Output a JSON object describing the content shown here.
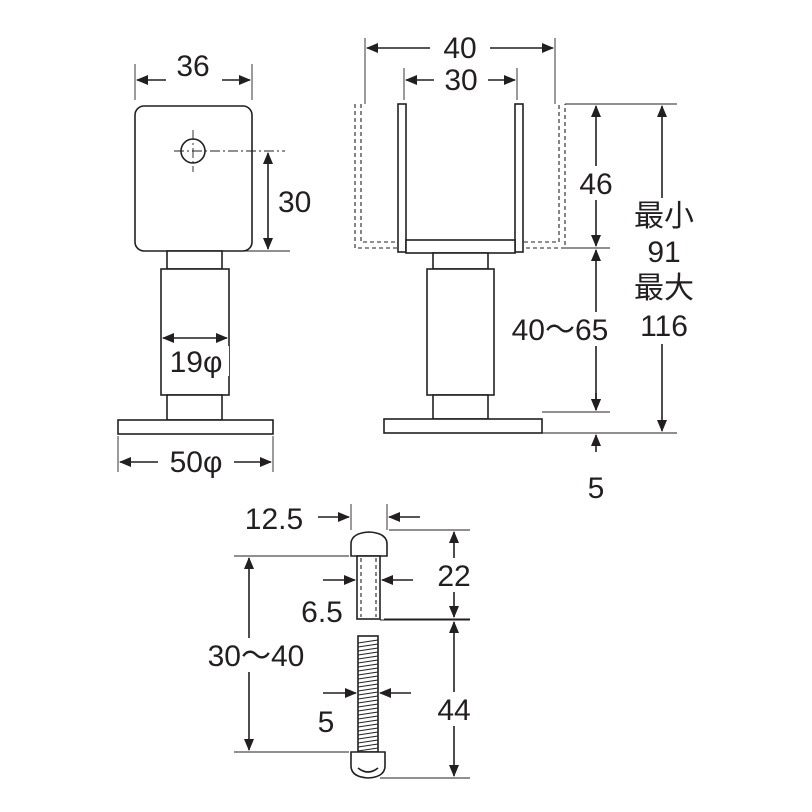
{
  "dimensions": {
    "plate_width": "36",
    "hole_offset": "30",
    "rod_diameter": "19φ",
    "base_diameter": "50φ",
    "channel_outer": "40",
    "channel_inner": "30",
    "channel_height": "46",
    "adjust_range": "40～65",
    "base_thickness": "5",
    "total_min_label": "最小",
    "total_min_value": "91",
    "total_max_label": "最大",
    "total_max_value": "116",
    "bolt_head_width": "12.5",
    "bolt_shank_short": "6.5",
    "bolt_length_short": "22",
    "bolt_length_range": "30～40",
    "bolt_shank_long": "5",
    "bolt_length_long": "44"
  }
}
